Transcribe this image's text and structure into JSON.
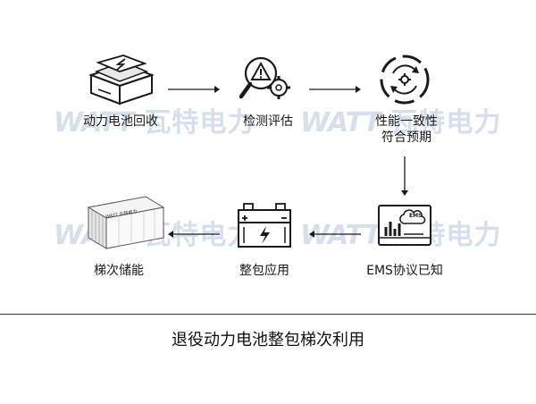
{
  "watermark": {
    "latin": "WATT",
    "cn": "瓦特电力"
  },
  "container_text": "WATT 瓦特电力",
  "steps": [
    {
      "label": "动力电池回收"
    },
    {
      "label": "检测评估"
    },
    {
      "label_line1": "性能一致性",
      "label_line2": "符合预期"
    },
    {
      "label": "EMS协议已知"
    },
    {
      "label": "整包应用"
    },
    {
      "label": "梯次储能"
    }
  ],
  "ems_badge": "EMS",
  "caption": "退役动力电池整包梯次利用",
  "colors": {
    "line": "#1a1a1a",
    "watermark": "#c9d6e6"
  }
}
